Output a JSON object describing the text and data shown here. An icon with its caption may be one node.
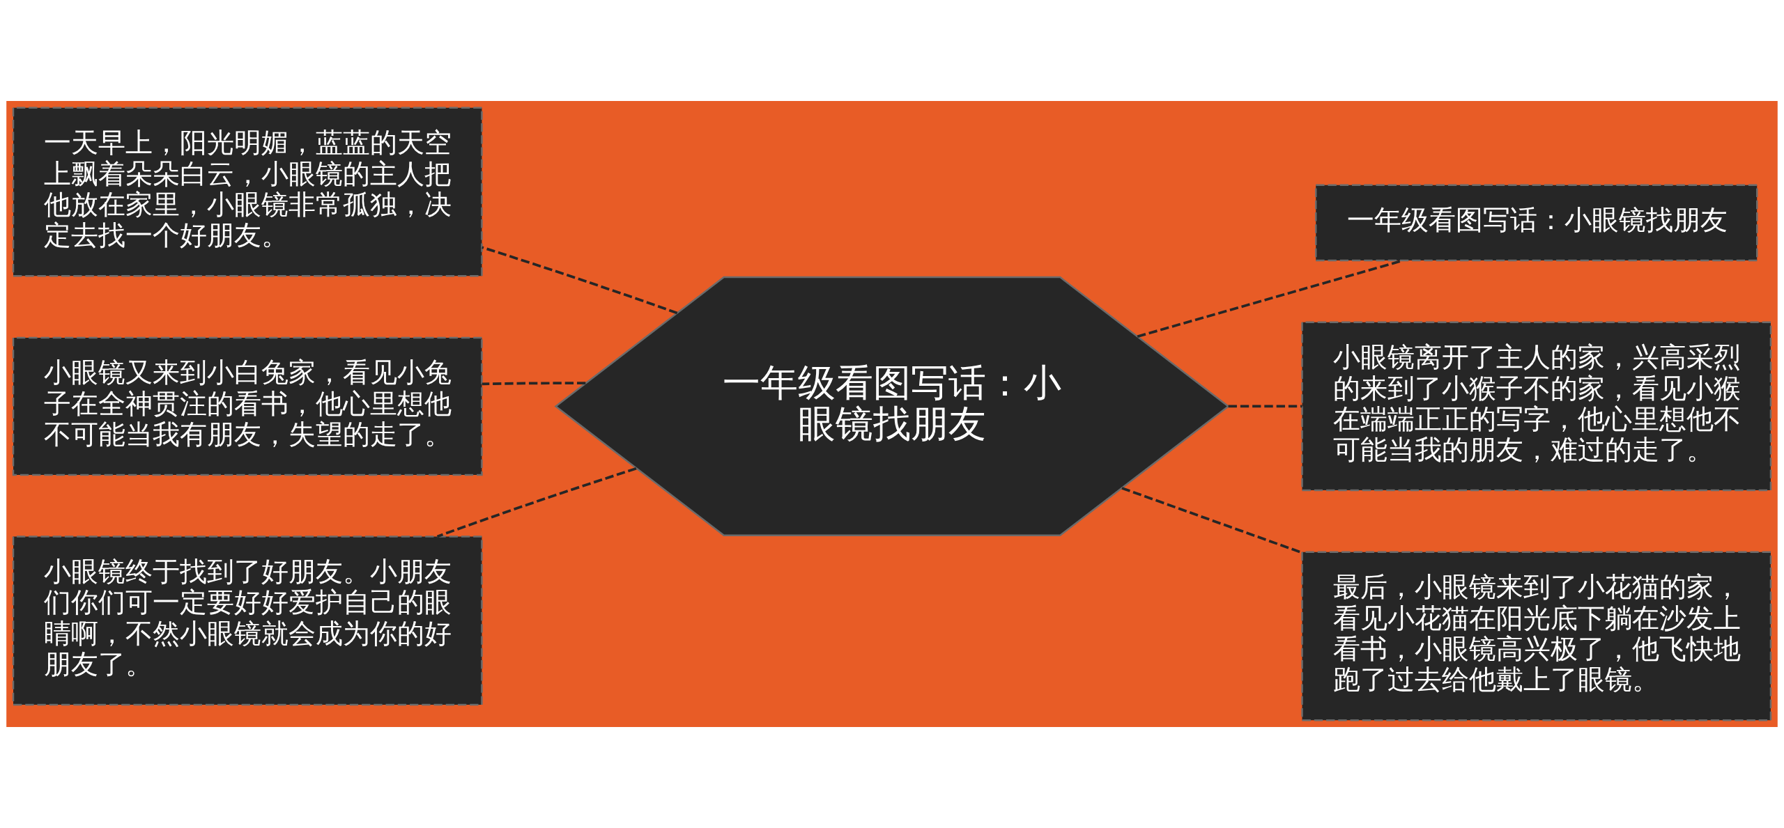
{
  "diagram": {
    "nodes": [
      {
        "text": [
          "一年级看图写话：小眼镜找朋友"
        ]
      },
      {
        "text": [
          "一天早上，阳光明媚，蓝蓝的天空上飘着朵朵白云，小眼镜的主人把他放在家里，小眼镜非常孤独，决定去找一个好朋友。"
        ]
      },
      {
        "text": [
          "小眼镜又来到小白兔家，看见小兔子在全神贯注的看书，他心里想他不可能当我有朋友，失望的走了。"
        ]
      },
      {
        "text": [
          "小眼镜终于找到了好朋友。小朋友们你们可一定要好好爱护自己的眼睛啊，不然小眼镜就会成为你的好朋友了。"
        ]
      },
      {
        "text": [
          "一年级看图写话：小眼镜找朋友"
        ]
      },
      {
        "text": [
          "小眼镜离开了主人的家，兴高采烈的来到了小猴子不的家，看见小猴在端端正正的写字，他心里想他不可能当我的朋友，难过的走了。"
        ]
      },
      {
        "text": [
          "最后，小眼镜来到了小花猫的家，看见小花猫在阳光底下躺在沙发上看书，小眼镜高兴极了，他飞快地跑了过去给他戴上了眼镜。"
        ]
      }
    ],
    "edges": [
      {
        "from": 0,
        "to": 1,
        "arrow": "none",
        "style": "dashed"
      },
      {
        "from": 0,
        "to": 2,
        "arrow": "none",
        "style": "dashed"
      },
      {
        "from": 0,
        "to": 3,
        "arrow": "none",
        "style": "dashed"
      },
      {
        "from": 0,
        "to": 4,
        "arrow": "none",
        "style": "dashed"
      },
      {
        "from": 0,
        "to": 5,
        "arrow": "none",
        "style": "dashed"
      },
      {
        "from": 0,
        "to": 6,
        "arrow": "none",
        "style": "dashed"
      }
    ]
  }
}
